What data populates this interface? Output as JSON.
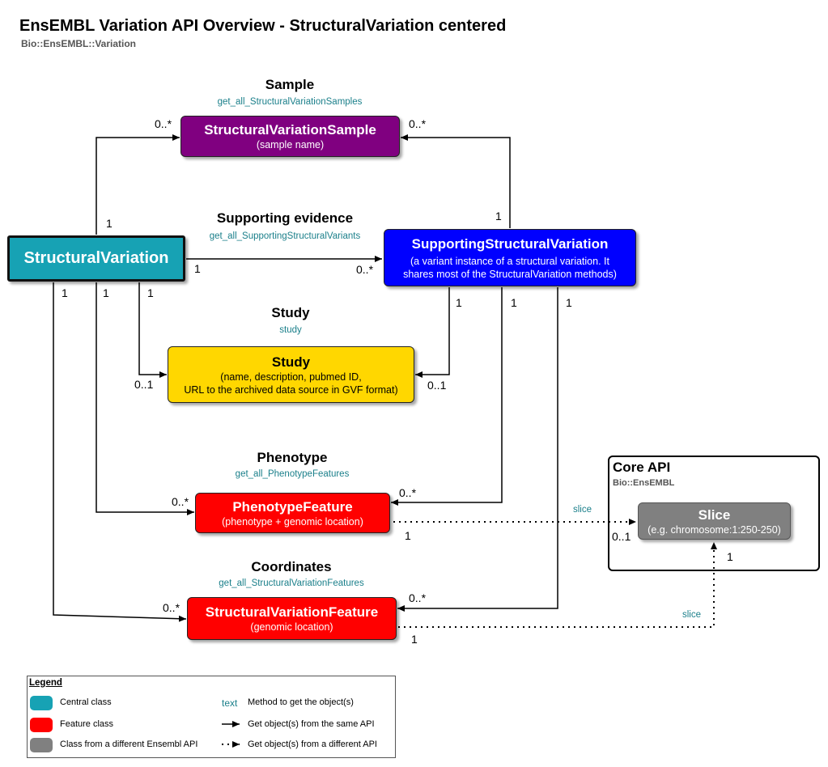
{
  "title": "EnsEMBL Variation API Overview - StructuralVariation centered",
  "subtitle": "Bio::EnsEMBL::Variation",
  "colors": {
    "central": "#17a2b4",
    "sample": "#800080",
    "supporting": "#0000ff",
    "study": "#ffd700",
    "feature": "#ff0000",
    "core": "#808080",
    "method": "#1a7f8a"
  },
  "groups": {
    "sample": {
      "header": "Sample",
      "method": "get_all_StructuralVariationSamples"
    },
    "evidence": {
      "header": "Supporting evidence",
      "method": "get_all_SupportingStructuralVariants"
    },
    "study": {
      "header": "Study",
      "method": "study"
    },
    "phenotype": {
      "header": "Phenotype",
      "method": "get_all_PhenotypeFeatures"
    },
    "coordinates": {
      "header": "Coordinates",
      "method": "get_all_StructuralVariationFeatures"
    }
  },
  "nodes": {
    "central": {
      "name": "StructuralVariation"
    },
    "sample": {
      "name": "StructuralVariationSample",
      "desc": "(sample name)"
    },
    "supporting": {
      "name": "SupportingStructuralVariation",
      "desc1": "(a variant instance of a structural variation. It",
      "desc2": "shares most of the StructuralVariation methods)"
    },
    "study": {
      "name": "Study",
      "desc1": "(name, description, pubmed ID,",
      "desc2": "URL to the archived data source in GVF format)"
    },
    "phenotype": {
      "name": "PhenotypeFeature",
      "desc": "(phenotype + genomic location)"
    },
    "svfeature": {
      "name": "StructuralVariationFeature",
      "desc": "(genomic location)"
    },
    "slice": {
      "name": "Slice",
      "desc": "(e.g. chromosome:1:250-250)"
    }
  },
  "core": {
    "title": "Core API",
    "subtitle": "Bio::EnsEMBL"
  },
  "links": {
    "slice1": "slice",
    "slice2": "slice"
  },
  "multiplicities": {
    "m1": "0..*",
    "m2": "0..*",
    "m3": "1",
    "m4": "1",
    "m5": "1",
    "m6": "0..*",
    "m7": "1",
    "m8": "1",
    "m9": "1",
    "m10": "1",
    "m11": "1",
    "m12": "1",
    "m13": "0..1",
    "m14": "0..1",
    "m15": "0..*",
    "m16": "0..*",
    "m17": "1",
    "m18": "0..1",
    "m19": "1",
    "m20": "0..*",
    "m21": "0..*",
    "m22": "1"
  },
  "legend": {
    "title": "Legend",
    "central": "Central class",
    "feature": "Feature class",
    "other_api": "Class from a different Ensembl API",
    "text_sample": "text",
    "method_desc": "Method to get the object(s)",
    "same_api": "Get object(s) from the same API",
    "diff_api": "Get object(s) from a different API"
  }
}
